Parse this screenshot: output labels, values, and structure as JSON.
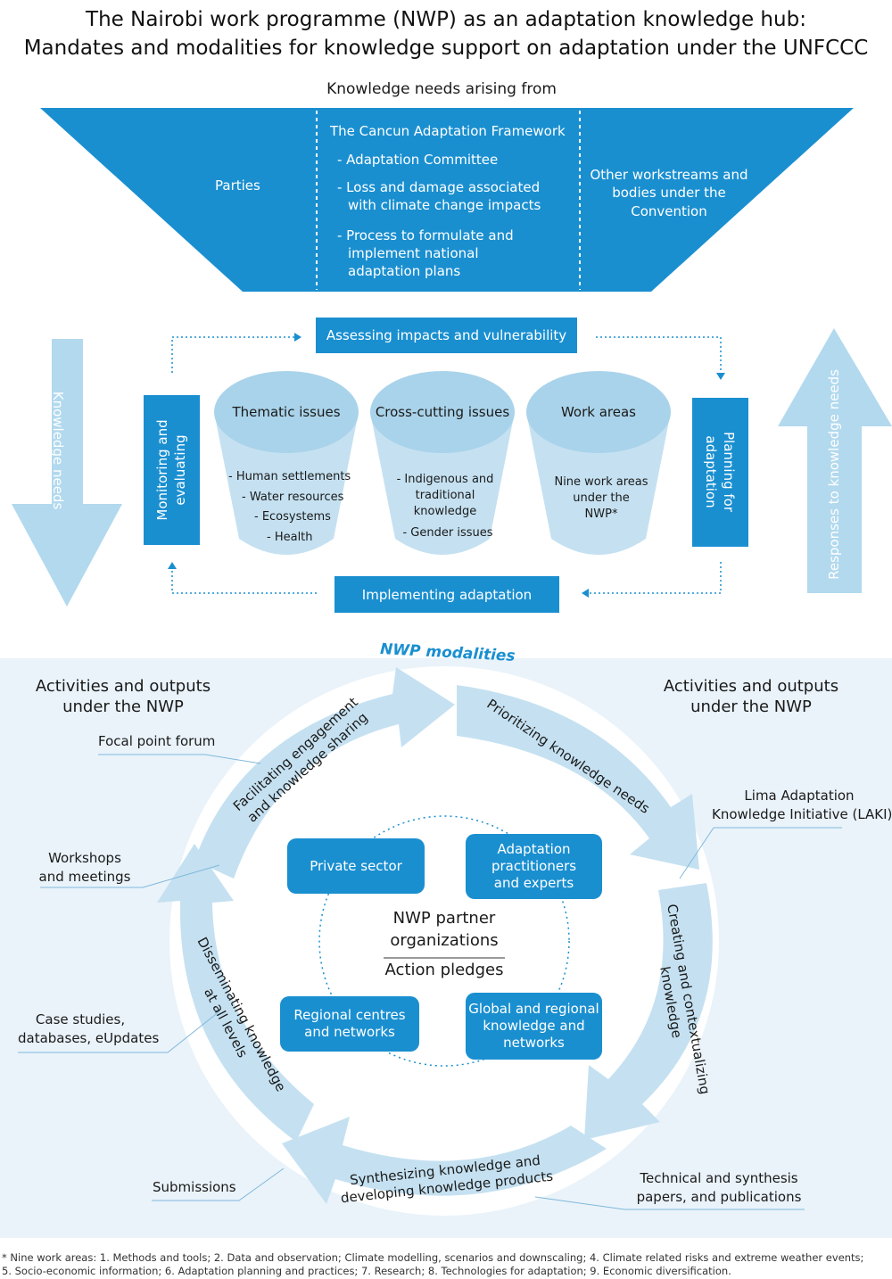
{
  "title": {
    "line1": "The Nairobi work programme (NWP) as an adaptation knowledge hub:",
    "line2": "Mandates and modalities for knowledge support on adaptation under the UNFCCC"
  },
  "knowledge_needs_heading": "Knowledge needs arising from",
  "funnel": {
    "parties": "Parties",
    "cancun_title": "The Cancun Adaptation Framework",
    "cancun_items": [
      "- Adaptation Committee",
      "- Loss and damage associated",
      "with climate change impacts",
      "- Process to formulate and",
      "implement national",
      "adaptation plans"
    ],
    "other": [
      "Other workstreams and",
      "bodies under the",
      "Convention"
    ]
  },
  "cycle": {
    "assessing": "Assessing impacts and vulnerability",
    "implementing": "Implementing adaptation",
    "monitoring": [
      "Monitoring and",
      "evaluating"
    ],
    "planning": [
      "Planning for",
      "adaptation"
    ]
  },
  "side_arrows": {
    "left": "Knowledge needs",
    "right": "Responses to knowledge needs"
  },
  "cups": {
    "thematic": {
      "title": "Thematic issues",
      "items": [
        "- Human settlements",
        "- Water resources",
        "- Ecosystems",
        "- Health"
      ]
    },
    "crosscutting": {
      "title": "Cross-cutting issues",
      "items": [
        "- Indigenous and",
        "traditional",
        "knowledge",
        "- Gender issues"
      ]
    },
    "work_areas": {
      "title": "Work areas",
      "items": [
        "Nine work areas",
        "under the",
        "NWP*"
      ]
    }
  },
  "modalities": {
    "heading": "NWP modalities",
    "activities_left": [
      "Activities and outputs",
      "under the NWP"
    ],
    "activities_right": [
      "Activities and outputs",
      "under the NWP"
    ],
    "arrows": {
      "facilitating": "Facilitating engagement",
      "facilitating2": "and knowledge sharing",
      "prioritizing": "Prioritizing knowledge needs",
      "creating": "Creating and contextualizing",
      "creating2": "knowledge",
      "synthesizing": "Synthesizing knowledge and",
      "synthesizing2": "developing knowledge products",
      "disseminating": "Disseminating knowledge",
      "disseminating2": "at all levels"
    },
    "outputs": {
      "focal_point": "Focal point forum",
      "workshops": [
        "Workshops",
        "and meetings"
      ],
      "case_studies": [
        "Case studies,",
        "databases, eUpdates"
      ],
      "submissions": "Submissions",
      "laki": [
        "Lima Adaptation",
        "Knowledge Initiative (LAKI)"
      ],
      "technical": [
        "Technical and synthesis",
        "papers, and publications"
      ]
    },
    "partners": {
      "private": "Private sector",
      "practitioners": [
        "Adaptation",
        "practitioners",
        "and experts"
      ],
      "regional": [
        "Regional centres",
        "and networks"
      ],
      "global": [
        "Global and regional",
        "knowledge and",
        "networks"
      ],
      "center_title": [
        "NWP partner",
        "organizations"
      ],
      "center_sub": "Action pledges"
    }
  },
  "footnote": [
    "* Nine work areas: 1. Methods and tools; 2. Data and observation; Climate modelling, scenarios and downscaling; 4. Climate related risks and extreme weather events;",
    "5. Socio-economic information; 6. Adaptation planning and practices; 7. Research; 8. Technologies for adaptation; 9. Economic diversification."
  ],
  "colors": {
    "primary_blue": "#1a8fd0",
    "light_blue": "#a9d3ea",
    "pale_blue": "#c5e1f1",
    "background_panel": "#eaf3fa",
    "modalities_heading": "#1a8fd0"
  }
}
